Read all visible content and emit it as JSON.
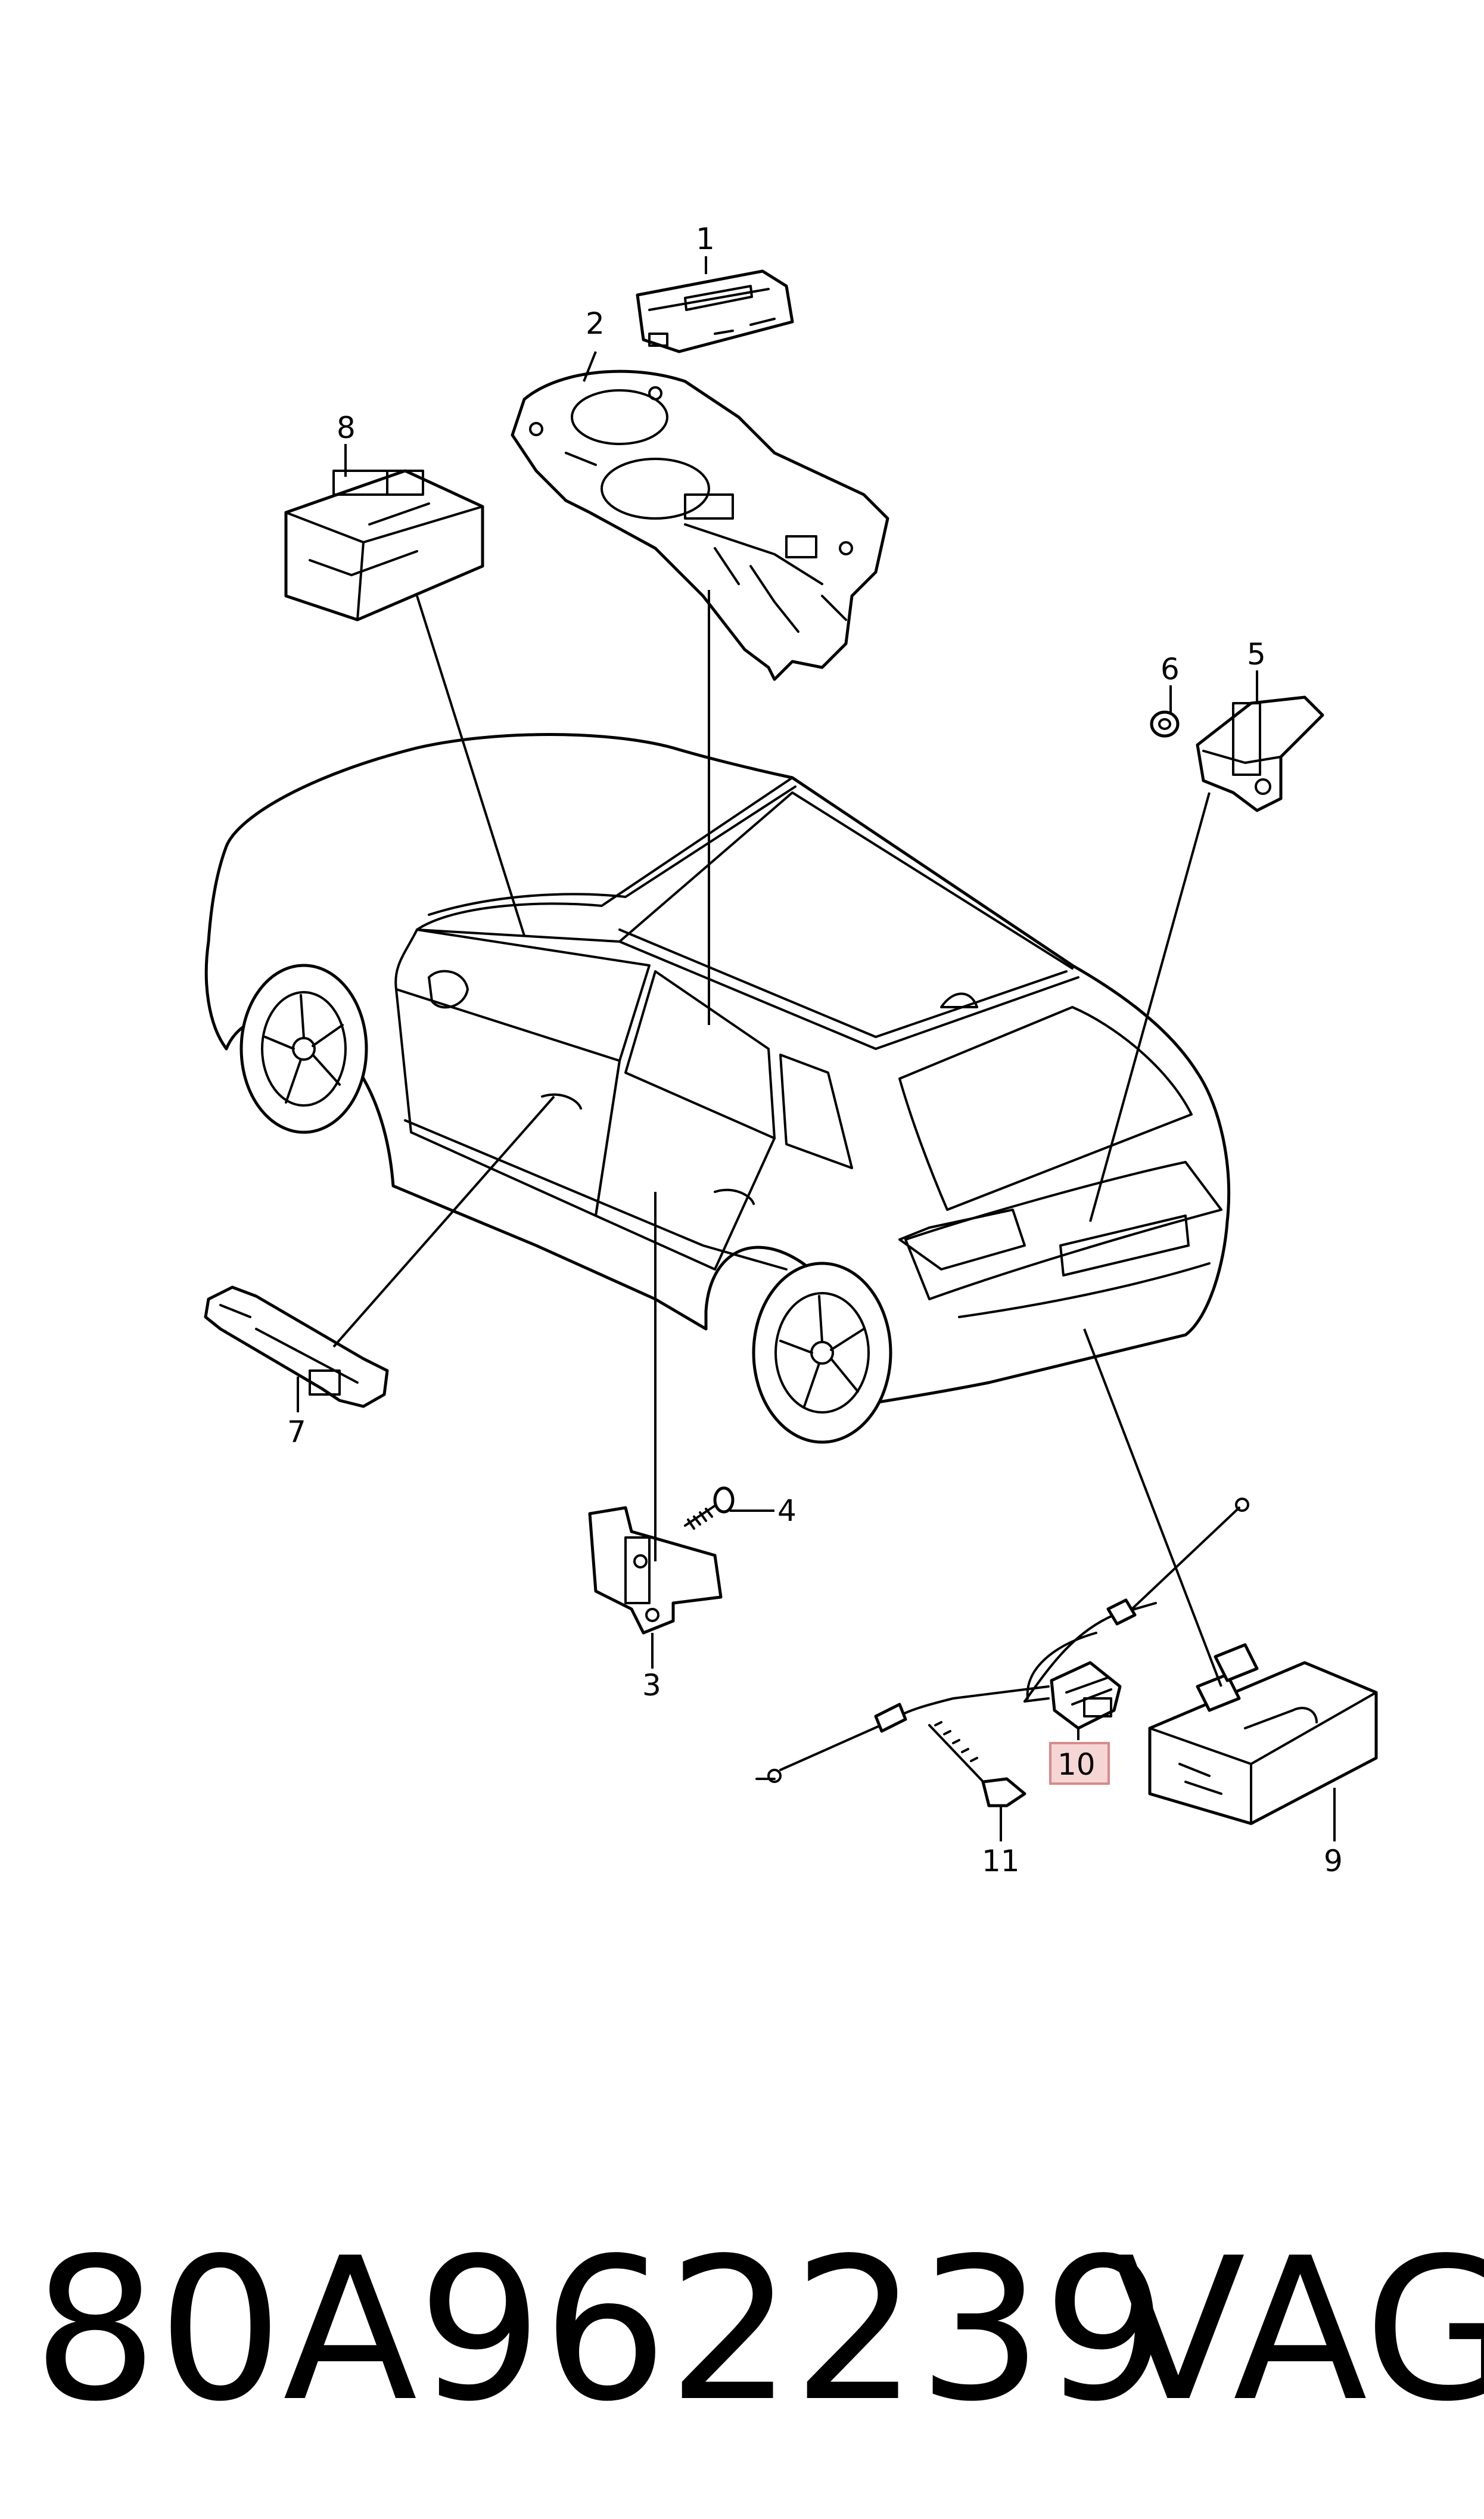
{
  "callouts": [
    {
      "id": "1",
      "label": "1"
    },
    {
      "id": "2",
      "label": "2"
    },
    {
      "id": "3",
      "label": "3"
    },
    {
      "id": "4",
      "label": "4"
    },
    {
      "id": "5",
      "label": "5"
    },
    {
      "id": "6",
      "label": "6"
    },
    {
      "id": "7",
      "label": "7"
    },
    {
      "id": "8",
      "label": "8"
    },
    {
      "id": "9",
      "label": "9"
    },
    {
      "id": "10",
      "label": "10",
      "highlighted": true
    },
    {
      "id": "11",
      "label": "11"
    }
  ],
  "caption": {
    "part_number": "80A962239",
    "brand": "VAG"
  },
  "colors": {
    "line": "#000000",
    "highlight_fill": "#f6d5d5",
    "highlight_stroke": "#d88a8a",
    "background": "#ffffff"
  }
}
